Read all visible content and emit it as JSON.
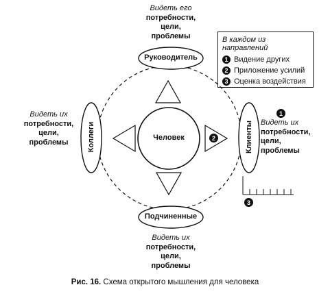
{
  "top_block": {
    "italic": "Видеть его",
    "lines": [
      "потребности,",
      "цели,",
      "проблемы"
    ]
  },
  "left_block": {
    "italic": "Видеть их",
    "lines": [
      "потребности,",
      "цели,",
      "проблемы"
    ]
  },
  "right_block": {
    "italic": "Видеть их",
    "lines": [
      "потребности,",
      "цели,",
      "проблемы"
    ]
  },
  "bottom_block": {
    "italic": "Видеть их",
    "lines": [
      "потребности,",
      "цели,",
      "проблемы"
    ]
  },
  "nodes": {
    "top": "Руководитель",
    "bottom": "Подчиненные",
    "left": "Коллеги",
    "right": "Клиенты",
    "center": "Человек"
  },
  "legend": {
    "title": "В каждом из направлений",
    "items": [
      {
        "num": "1",
        "label": "Видение других"
      },
      {
        "num": "2",
        "label": "Приложение усилий"
      },
      {
        "num": "3",
        "label": "Оценка воздействия"
      }
    ]
  },
  "markers": {
    "one": "1",
    "two": "2",
    "three": "3"
  },
  "caption": {
    "prefix": "Рис. 16.",
    "text": " Схема открытого мышления для человека"
  }
}
